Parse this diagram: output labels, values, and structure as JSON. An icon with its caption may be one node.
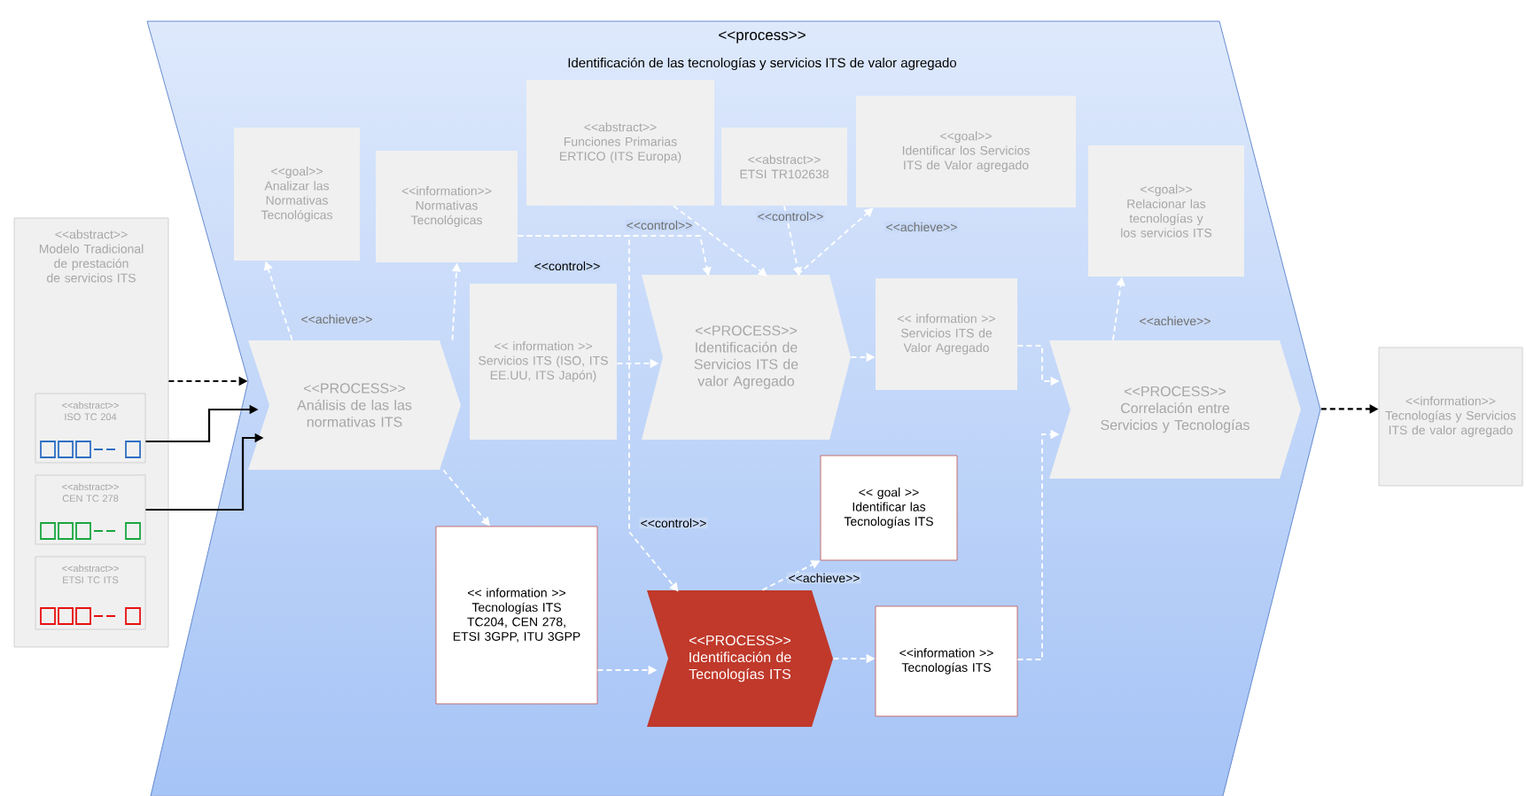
{
  "diagram": {
    "nodes": [
      {
        "text": [
          "<<process>>",
          "Identificación de las tecnologías y servicios ITS de valor agregado"
        ]
      },
      {
        "text": [
          "<<abstract>>",
          "Modelo Tradicional de prestación de servicios ITS"
        ]
      },
      {
        "text": [
          "<<abstract>>",
          "ISO TC 204"
        ],
        "in": 1
      },
      {
        "text": [
          "<<abstract>>",
          "CEN TC 278"
        ],
        "in": 1
      },
      {
        "text": [
          "<<abstract>>",
          "ETSI TC ITS"
        ],
        "in": 1
      },
      {
        "text": [
          "<<goal>>",
          "Analizar las Normativas Tecnológicas"
        ],
        "in": 0
      },
      {
        "text": [
          "<<information>>",
          "Normativas Tecnológicas"
        ],
        "in": 0
      },
      {
        "text": [
          "<<abstract>>",
          "Funciones Primarias ERTICO (ITS Europa)"
        ],
        "in": 0
      },
      {
        "text": [
          "<<abstract>>",
          "ETSI TR102638"
        ],
        "in": 0
      },
      {
        "text": [
          "<<goal>>",
          "Identificar los Servicios ITS de Valor agregado"
        ],
        "in": 0
      },
      {
        "text": [
          "<<goal>>",
          "Relacionar las tecnologías y los servicios ITS"
        ],
        "in": 0
      },
      {
        "text": [
          "<<PROCESS>>",
          "Análisis de las las normativas ITS"
        ],
        "in": 0
      },
      {
        "text": [
          "<< information >>",
          "Servicios ITS (ISO, ITS EE.UU, ITS Japón)"
        ],
        "in": 0
      },
      {
        "text": [
          "<<PROCESS>>",
          "Identificación de Servicios ITS de valor Agregado"
        ],
        "in": 0
      },
      {
        "text": [
          "<< information >>",
          "Servicios ITS de Valor Agregado"
        ],
        "in": 0
      },
      {
        "text": [
          "<<PROCESS>>",
          "Correlación entre Servicios y Tecnologías"
        ],
        "in": 0
      },
      {
        "text": [
          "<< goal >>",
          "Identificar las Tecnologías ITS"
        ],
        "in": 0
      },
      {
        "text": [
          "<< information >>",
          "Tecnologías ITS TC204, CEN 278, ETSI 3GPP, ITU 3GPP"
        ],
        "in": 0
      },
      {
        "text": [
          "<<PROCESS>>",
          "Identificación de Tecnologías ITS"
        ],
        "in": 0
      },
      {
        "text": [
          "<<information >>",
          "Tecnologías ITS"
        ],
        "in": 0
      },
      {
        "text": [
          "<<information>>",
          "Tecnologías y Servicios ITS de valor agregado"
        ]
      }
    ],
    "edges": [
      {
        "from": 1,
        "to": 11,
        "arrow": "to",
        "style": "dashed",
        "color": "#000000"
      },
      {
        "from": 2,
        "to": 11,
        "arrow": "to",
        "color": "#000000"
      },
      {
        "from": 3,
        "to": 11,
        "arrow": "to",
        "color": "#000000"
      },
      {
        "from": 11,
        "to": 5,
        "arrow": "to",
        "style": "dashed",
        "label": "<<achieve>>"
      },
      {
        "from": 11,
        "to": 6,
        "arrow": "to",
        "style": "dashed"
      },
      {
        "from": 6,
        "to": 13,
        "arrow": "to",
        "style": "dashed",
        "label": "<<control>>"
      },
      {
        "from": 7,
        "to": 13,
        "arrow": "to",
        "style": "dashed"
      },
      {
        "from": 8,
        "to": 13,
        "arrow": "to",
        "style": "dashed",
        "label": "<<control>>"
      },
      {
        "from": 13,
        "to": 9,
        "arrow": "to",
        "style": "dashed",
        "label": "<<achieve>>"
      },
      {
        "from": 12,
        "to": 13,
        "arrow": "to",
        "style": "dashed"
      },
      {
        "from": 13,
        "to": 14,
        "arrow": "to",
        "style": "dashed"
      },
      {
        "from": 14,
        "to": 15,
        "arrow": "to",
        "style": "dashed"
      },
      {
        "from": 15,
        "to": 10,
        "arrow": "to",
        "style": "dashed",
        "label": "<<achieve>>"
      },
      {
        "from": 11,
        "to": 17,
        "arrow": "to",
        "style": "dashed"
      },
      {
        "from": 6,
        "to": 18,
        "arrow": "to",
        "style": "dashed",
        "label": "<<control>>"
      },
      {
        "from": 17,
        "to": 18,
        "arrow": "to",
        "style": "dashed"
      },
      {
        "from": 18,
        "to": 16,
        "arrow": "to",
        "style": "dashed",
        "label": "<<achieve>>"
      },
      {
        "from": 18,
        "to": 19,
        "arrow": "to",
        "style": "dashed"
      },
      {
        "from": 19,
        "to": 15,
        "arrow": "to",
        "style": "dashed"
      },
      {
        "from": 0,
        "to": 20,
        "arrow": "to",
        "style": "dashed",
        "color": "#000000"
      }
    ],
    "labels": [
      "<<control>>"
    ]
  }
}
